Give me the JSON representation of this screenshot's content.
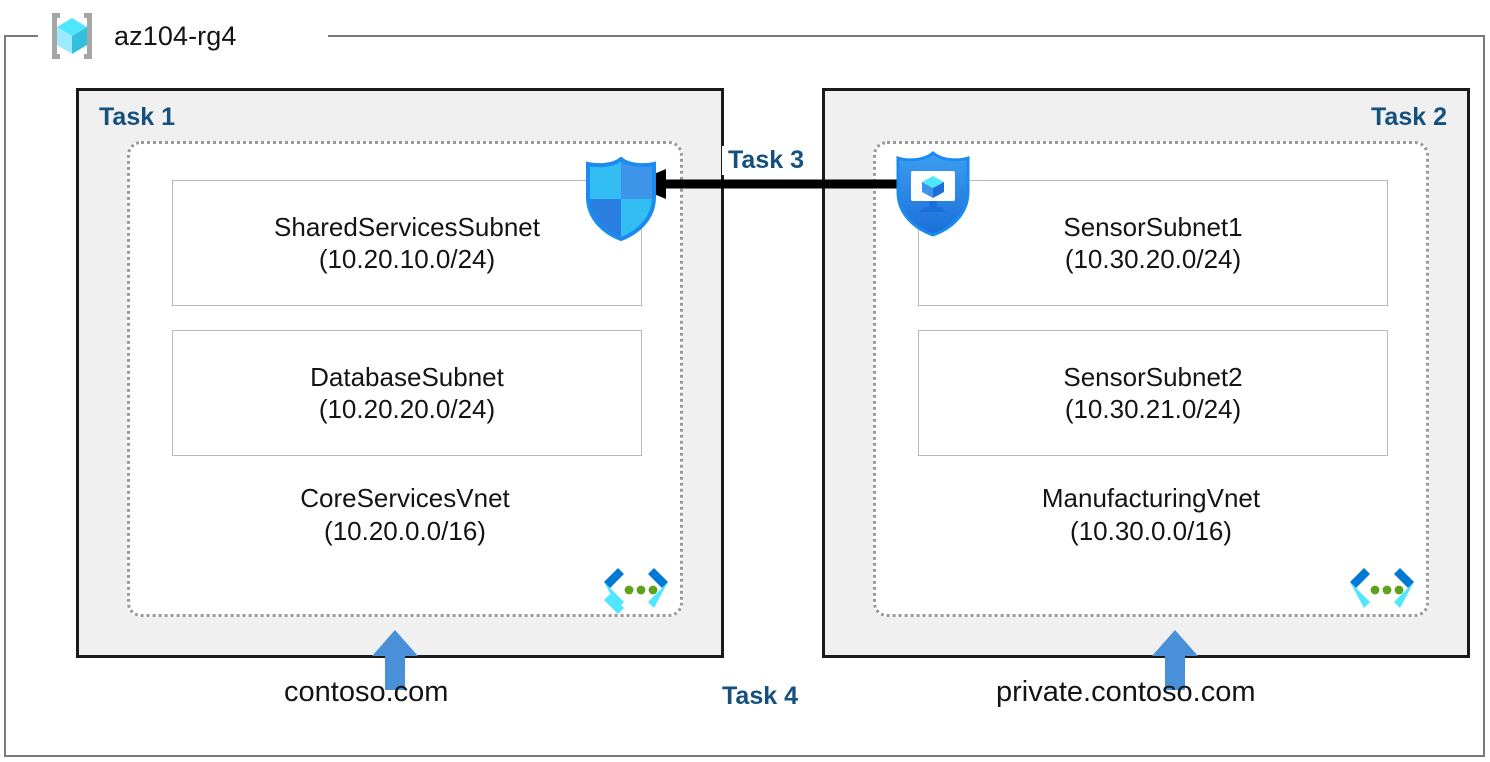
{
  "resource_group": {
    "name": "az104-rg4",
    "icon": "azure-resource-group-cube-icon"
  },
  "panels": [
    {
      "task_label": "Task 1",
      "vnet": {
        "name": "CoreServicesVnet",
        "cidr": "(10.20.0.0/16)",
        "icon": "virtual-network-icon"
      },
      "subnets": [
        {
          "name": "SharedServicesSubnet",
          "cidr": "(10.20.10.0/24)"
        },
        {
          "name": "DatabaseSubnet",
          "cidr": "(10.20.20.0/24)"
        }
      ],
      "dns_zone": "contoso.com"
    },
    {
      "task_label": "Task 2",
      "vnet": {
        "name": "ManufacturingVnet",
        "cidr": "(10.30.0.0/16)",
        "icon": "virtual-network-icon"
      },
      "subnets": [
        {
          "name": "SensorSubnet1",
          "cidr": "(10.30.20.0/24)"
        },
        {
          "name": "SensorSubnet2",
          "cidr": "(10.30.21.0/24)"
        }
      ],
      "dns_zone": "private.contoso.com"
    }
  ],
  "connection": {
    "task_label": "Task 3",
    "direction": "right-to-left",
    "source_icon": "vm-shield-icon",
    "target_icon": "firewall-shield-icon"
  },
  "peering": {
    "task_label": "Task 4"
  },
  "colors": {
    "task_text": "#14517f",
    "panel_fill": "#f0f0f0",
    "panel_border": "#1a1a1a",
    "vnet_border": "#9a9a9a",
    "subnet_border": "#b9b9b9",
    "frame_border": "#7a7a7a",
    "arrow_blue": "#4a90d9",
    "shield_blue": "#1b8bf0",
    "cube_cyan": "#50e6ff",
    "body_text": "#141414"
  }
}
